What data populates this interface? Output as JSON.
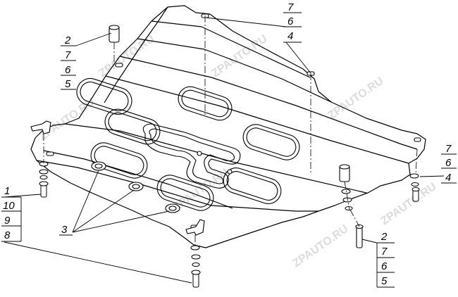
{
  "callouts": {
    "top_right": [
      "7",
      "6",
      "4"
    ],
    "top_left": [
      "2",
      "7",
      "6",
      "5"
    ],
    "right": [
      "7",
      "6",
      "4"
    ],
    "left": [
      "1",
      "10",
      "9",
      "8"
    ],
    "pointer": "3",
    "bottom": [
      "2",
      "7",
      "6",
      "5"
    ]
  },
  "watermark": "ZPAUTO.RU",
  "colors": {
    "line": "#000000",
    "watermark": "#d8d8d8"
  }
}
